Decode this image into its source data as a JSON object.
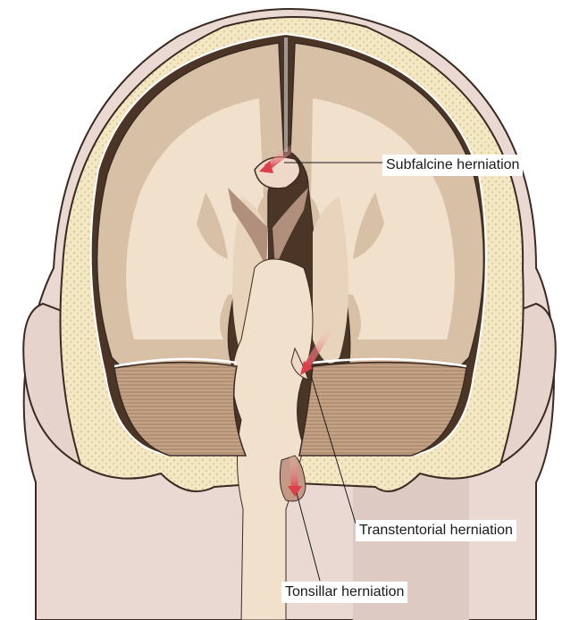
{
  "diagram": {
    "subject": "Brain herniation types (coronal section of head)",
    "labels": {
      "subfalcine": "Subfalcine herniation",
      "transtentorial": "Transtentorial herniation",
      "tonsillar": "Tonsillar herniation"
    },
    "colors": {
      "skin": "#e9d9d2",
      "skin_outline": "#3b2a22",
      "bone": "#f3e7c4",
      "dura": "#4a3526",
      "gray_matter": "#d8c0a6",
      "white_matter": "#f0e0cc",
      "cerebellum": "#b89478",
      "ventricle": "#b0907c",
      "arrow": "#d8404a"
    }
  }
}
